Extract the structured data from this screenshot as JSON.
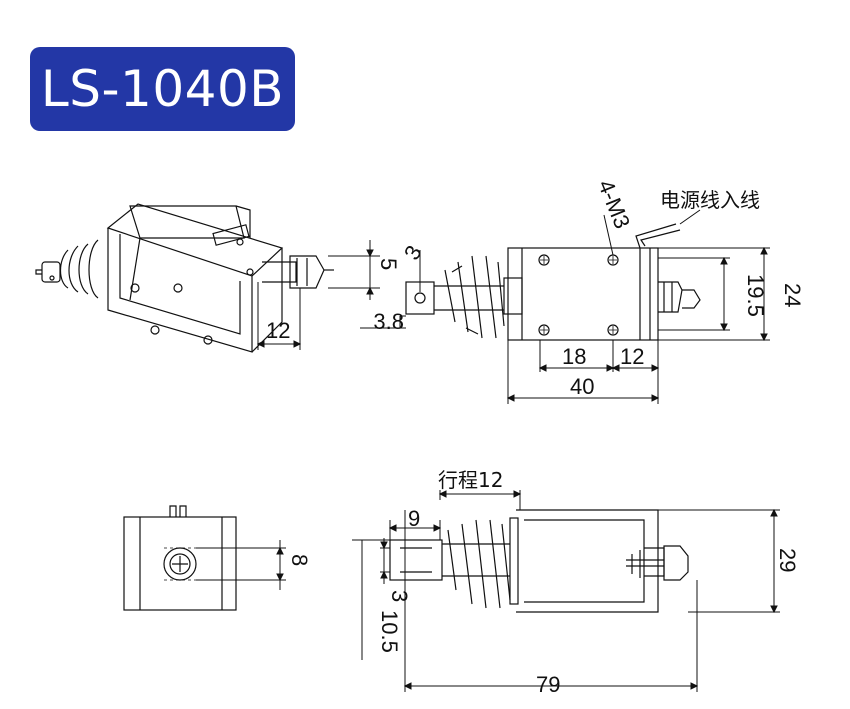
{
  "title": "LS-1040B",
  "colors": {
    "badge": "#2337a6",
    "badge_text": "#ffffff",
    "line": "#111111"
  },
  "labels": {
    "iso_stroke_dim": "12",
    "plunger_diameter": "5",
    "pin_offset": "3.8",
    "pin_hole": "3",
    "screw_spec": "4-M3",
    "lead_wire": "电源线入线",
    "hole_height": "19.5",
    "body_height": "24",
    "hole_spacing": "18",
    "hole_edge": "12",
    "body_length": "40",
    "stroke_label": "行程12",
    "plunger_extension": "9",
    "front_dim": "8",
    "side_height": "29",
    "pin_width": "3",
    "plunger_offset": "10.5",
    "total_length": "79"
  }
}
